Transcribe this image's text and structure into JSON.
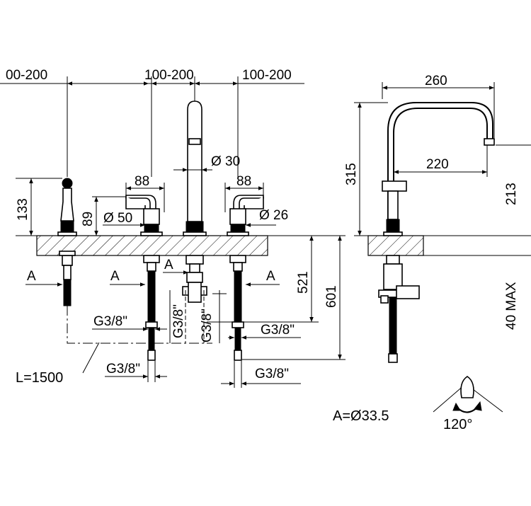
{
  "dimensions": {
    "spacing_left": "00-200",
    "spacing_mid": "100-200",
    "spacing_right": "100-200",
    "depth_260": "260",
    "height_315": "315",
    "reach_220": "220",
    "side_213": "213",
    "handle_88_left": "88",
    "handle_88_right": "88",
    "diameter_30": "Ø 30",
    "diameter_50": "Ø 50",
    "diameter_26": "Ø 26",
    "height_133": "133",
    "height_89": "89",
    "length_521": "521",
    "length_601": "601",
    "max_40": "40 MAX",
    "hose_length": "L=1500"
  },
  "labels": {
    "a_left": "A",
    "a_mid_left": "A",
    "a_center": "A",
    "a_right": "A",
    "g38_1": "G3/8\"",
    "g38_2": "G3/8\"",
    "g38_3": "G3/8\"",
    "g38_4": "G3/8\"",
    "g38_v1": "G3/8\"",
    "g38_v2": "G3/8\"",
    "a_definition": "A=Ø33.5",
    "rotation": "120°"
  }
}
